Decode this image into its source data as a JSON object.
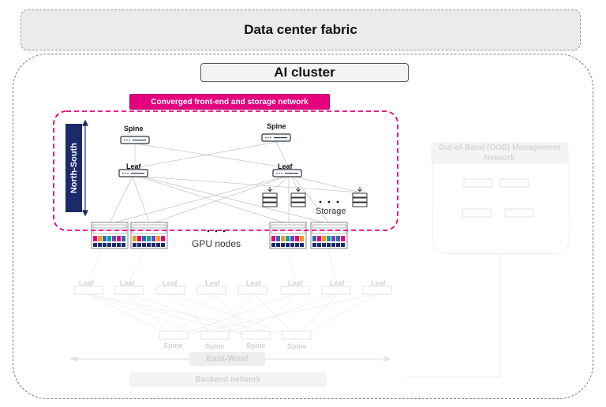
{
  "fabric": {
    "title": "Data center fabric"
  },
  "cluster": {
    "title": "AI cluster"
  },
  "frontend": {
    "title": "Converged front-end and storage network",
    "direction_label": "North-South",
    "spine_label": "Spine",
    "leaf_label": "Leaf",
    "storage_label": "Storage",
    "gpu_label": "GPU nodes",
    "colors": {
      "accent": "#e6007e",
      "north_south": "#1a2a6a"
    }
  },
  "backend": {
    "title": "Backend network",
    "direction_label": "East-West",
    "leaf_label": "Leaf",
    "spine_label": "Spine"
  },
  "oob": {
    "title": "Out-of-Band (OOB) Management Network"
  }
}
